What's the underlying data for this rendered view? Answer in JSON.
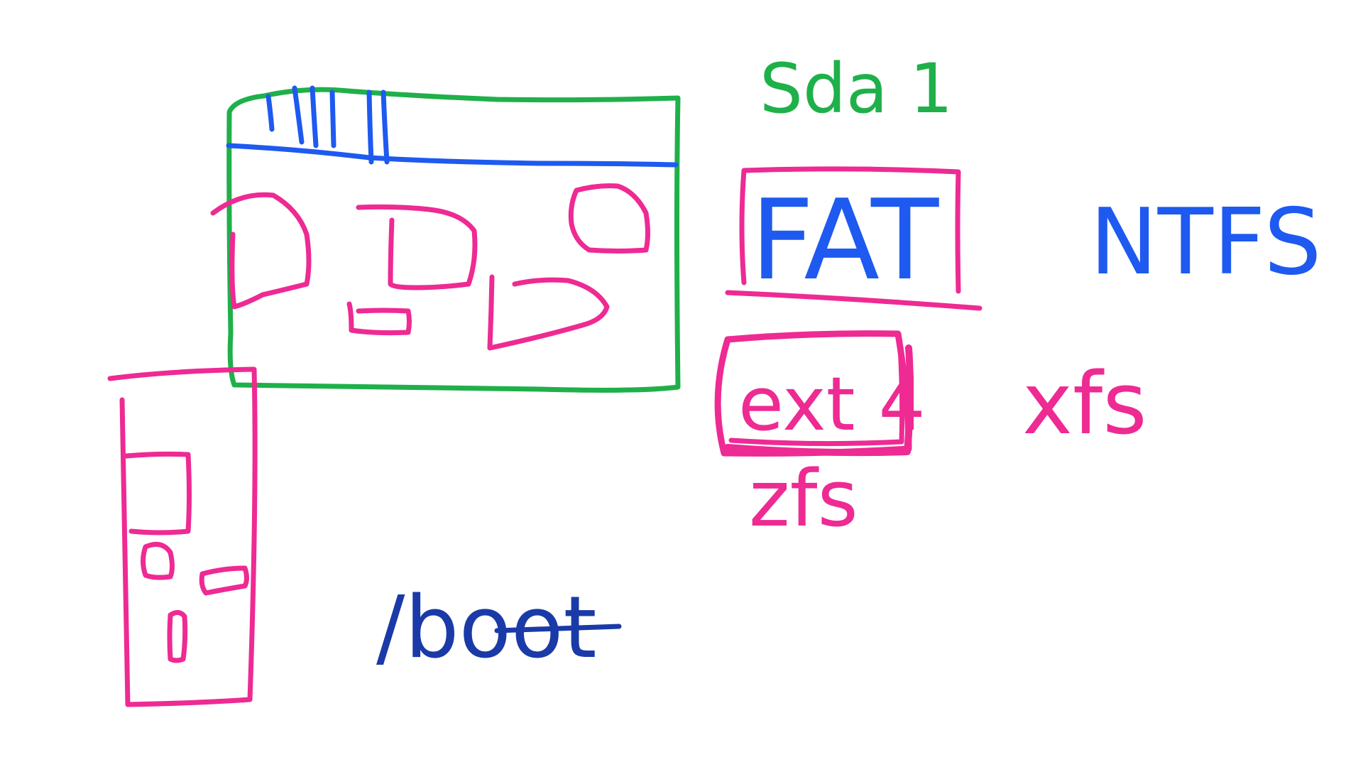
{
  "colors": {
    "green": "#1fb04a",
    "blue": "#1e5af0",
    "pink": "#ee2a93",
    "navy": "#1a3aa8"
  },
  "labels": {
    "partition": "Sda 1",
    "fat": "FAT",
    "ntfs": "NTFS",
    "ext4": "ext 4",
    "xfs": "xfs",
    "zfs": "zfs",
    "boot": "/boot"
  }
}
